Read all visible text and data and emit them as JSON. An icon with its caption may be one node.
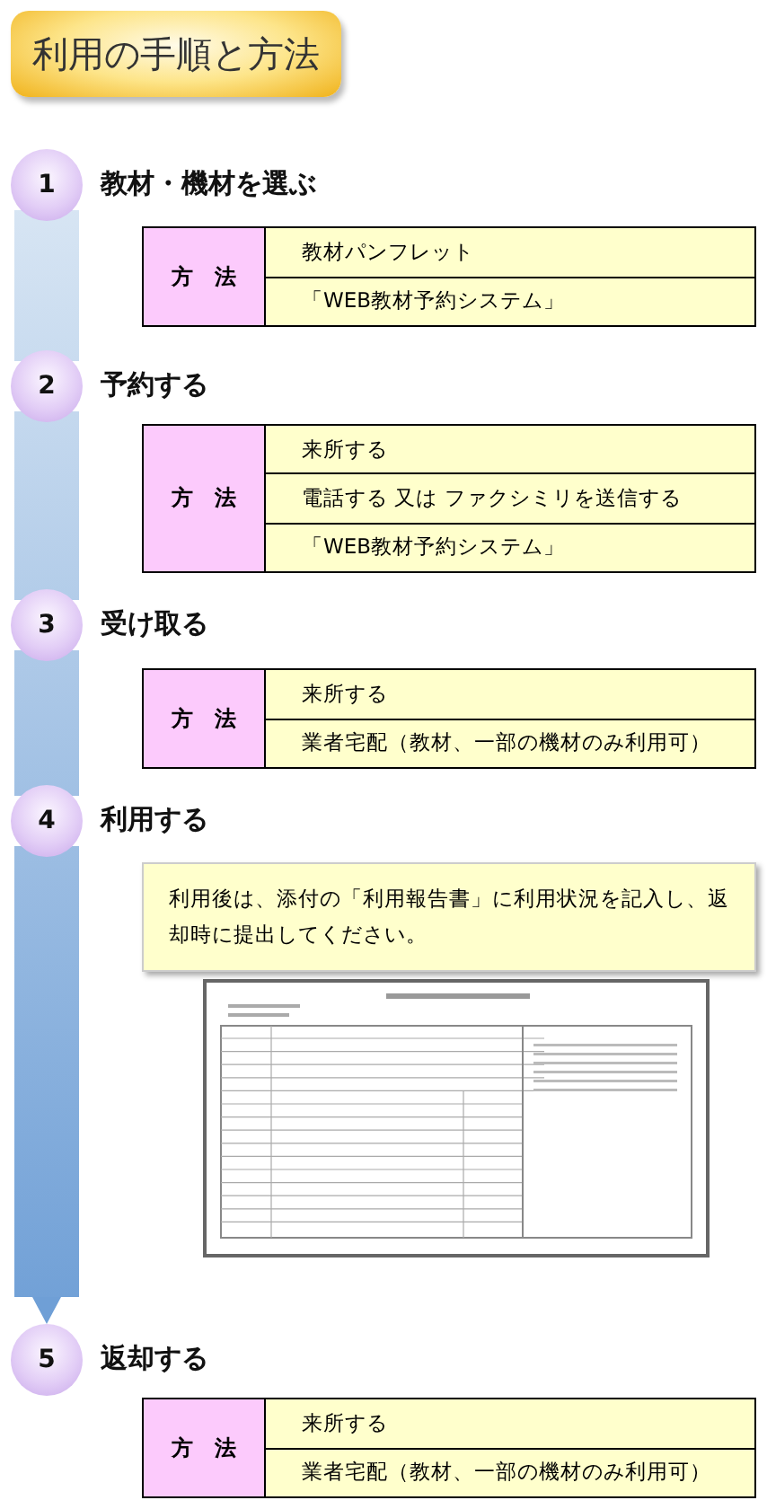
{
  "diagram": {
    "title": "利用の手順と方法",
    "nodes": [
      {
        "text": [
          "1"
        ],
        "beside": [
          "教材・機材を選ぶ"
        ]
      },
      {
        "text": [
          "方　法",
          "教材パンフレット",
          "「WEB教材予約システム」"
        ]
      },
      {
        "text": [
          "2"
        ],
        "beside": [
          "予約する"
        ]
      },
      {
        "text": [
          "方　法",
          "来所する",
          "電話する 又は ファクシミリを送信する",
          "「WEB教材予約システム」"
        ]
      },
      {
        "text": [
          "3"
        ],
        "beside": [
          "受け取る"
        ]
      },
      {
        "text": [
          "方　法",
          "来所する",
          "業者宅配（教材、一部の機材のみ利用可）"
        ]
      },
      {
        "text": [
          "4"
        ],
        "beside": [
          "利用する"
        ]
      },
      {
        "text": [
          "利用後は、添付の「利用報告書」に利用状況を記入し、返却時に提出してください。"
        ]
      },
      {
        "text": [],
        "shape": "picture"
      },
      {
        "text": [
          "5"
        ],
        "beside": [
          "返却する"
        ]
      },
      {
        "text": [
          "方　法",
          "来所する",
          "業者宅配（教材、一部の機材のみ利用可）"
        ]
      }
    ],
    "edges": [
      {
        "from": 0,
        "to": 2,
        "arrow": "none"
      },
      {
        "from": 2,
        "to": 4,
        "arrow": "none"
      },
      {
        "from": 4,
        "to": 6,
        "arrow": "none"
      },
      {
        "from": 6,
        "to": 9,
        "arrow": "to"
      }
    ]
  }
}
